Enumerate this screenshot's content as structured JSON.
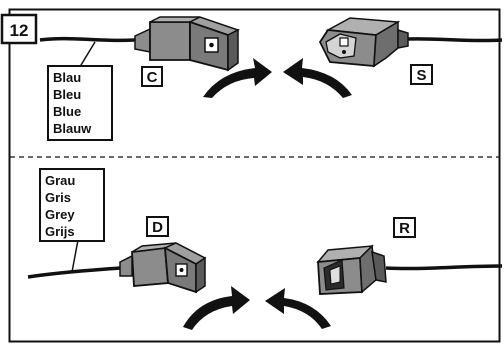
{
  "step_number": "12",
  "top_section": {
    "color_words": [
      "Blau",
      "Bleu",
      "Blue",
      "Blauw"
    ],
    "left_connector_label": "C",
    "right_connector_label": "S"
  },
  "bottom_section": {
    "color_words": [
      "Grau",
      "Gris",
      "Grey",
      "Grijs"
    ],
    "left_connector_label": "D",
    "right_connector_label": "R"
  },
  "icons": [
    "plug-connector-icon",
    "socket-connector-icon",
    "curved-arrow-icon"
  ],
  "colors": {
    "connector_fill": "#8c8c8c",
    "connector_dark": "#5a5a5a",
    "line": "#111111"
  }
}
